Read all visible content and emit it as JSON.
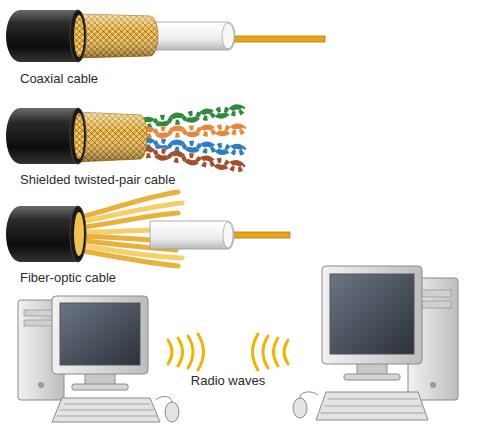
{
  "diagram": {
    "labels": [
      "Coaxial cable",
      "Shielded twisted-pair cable",
      "Fiber-optic cable",
      "Radio waves"
    ]
  }
}
